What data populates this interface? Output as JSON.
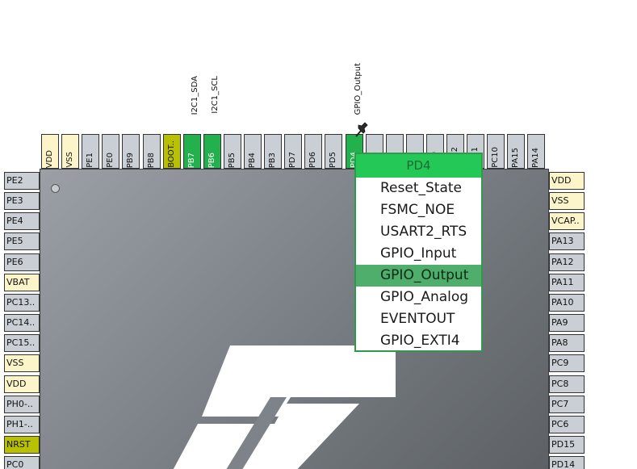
{
  "chip": {
    "top_pins": [
      {
        "label": "VDD",
        "kind": "power"
      },
      {
        "label": "VSS",
        "kind": "power"
      },
      {
        "label": "PE1",
        "kind": "normal"
      },
      {
        "label": "PE0",
        "kind": "normal"
      },
      {
        "label": "PB9",
        "kind": "normal"
      },
      {
        "label": "PB8",
        "kind": "normal"
      },
      {
        "label": "BOOT..",
        "kind": "boot"
      },
      {
        "label": "PB7",
        "kind": "green"
      },
      {
        "label": "PB6",
        "kind": "green"
      },
      {
        "label": "PB5",
        "kind": "normal"
      },
      {
        "label": "PB4",
        "kind": "normal"
      },
      {
        "label": "PB3",
        "kind": "normal"
      },
      {
        "label": "PD7",
        "kind": "normal"
      },
      {
        "label": "PD6",
        "kind": "normal"
      },
      {
        "label": "PD5",
        "kind": "normal"
      },
      {
        "label": "PD4",
        "kind": "green"
      },
      {
        "label": "PD3",
        "kind": "normal"
      },
      {
        "label": "PD2",
        "kind": "normal"
      },
      {
        "label": "PD1",
        "kind": "normal"
      },
      {
        "label": "PD0",
        "kind": "normal"
      },
      {
        "label": "PC12",
        "kind": "normal"
      },
      {
        "label": "PC11",
        "kind": "normal"
      },
      {
        "label": "PC10",
        "kind": "normal"
      },
      {
        "label": "PA15",
        "kind": "normal"
      },
      {
        "label": "PA14",
        "kind": "normal"
      }
    ],
    "signal_labels": {
      "pb7": "I2C1_SDA",
      "pb6": "I2C1_SCL",
      "pd4": "GPIO_Output"
    },
    "left_pins": [
      {
        "label": "PE2",
        "kind": "normal"
      },
      {
        "label": "PE3",
        "kind": "normal"
      },
      {
        "label": "PE4",
        "kind": "normal"
      },
      {
        "label": "PE5",
        "kind": "normal"
      },
      {
        "label": "PE6",
        "kind": "normal"
      },
      {
        "label": "VBAT",
        "kind": "power"
      },
      {
        "label": "PC13..",
        "kind": "normal"
      },
      {
        "label": "PC14..",
        "kind": "normal"
      },
      {
        "label": "PC15..",
        "kind": "normal"
      },
      {
        "label": "VSS",
        "kind": "power"
      },
      {
        "label": "VDD",
        "kind": "power"
      },
      {
        "label": "PH0-..",
        "kind": "normal"
      },
      {
        "label": "PH1-..",
        "kind": "normal"
      },
      {
        "label": "NRST",
        "kind": "nrst"
      },
      {
        "label": "PC0",
        "kind": "normal"
      }
    ],
    "right_pins": [
      {
        "label": "VDD",
        "kind": "power"
      },
      {
        "label": "VSS",
        "kind": "power"
      },
      {
        "label": "VCAP..",
        "kind": "power"
      },
      {
        "label": "PA13",
        "kind": "normal"
      },
      {
        "label": "PA12",
        "kind": "normal"
      },
      {
        "label": "PA11",
        "kind": "normal"
      },
      {
        "label": "PA10",
        "kind": "normal"
      },
      {
        "label": "PA9",
        "kind": "normal"
      },
      {
        "label": "PA8",
        "kind": "normal"
      },
      {
        "label": "PC9",
        "kind": "normal"
      },
      {
        "label": "PC8",
        "kind": "normal"
      },
      {
        "label": "PC7",
        "kind": "normal"
      },
      {
        "label": "PC6",
        "kind": "normal"
      },
      {
        "label": "PD15",
        "kind": "normal"
      },
      {
        "label": "PD14",
        "kind": "normal"
      }
    ]
  },
  "pin_menu": {
    "title": "PD4",
    "items": [
      "Reset_State",
      "FSMC_NOE",
      "USART2_RTS",
      "GPIO_Input",
      "GPIO_Output",
      "GPIO_Analog",
      "EVENTOUT",
      "GPIO_EXTI4"
    ],
    "selected": "GPIO_Output"
  },
  "icons": {
    "pushpin": "pushpin-icon",
    "logo": "st-logo"
  },
  "colors": {
    "pin_default": "#c9cfd4",
    "pin_power": "#fbf5c9",
    "pin_boot": "#b8c000",
    "pin_assigned": "#22b14c",
    "menu_header": "#23c856",
    "menu_selected": "#4fae6c"
  }
}
